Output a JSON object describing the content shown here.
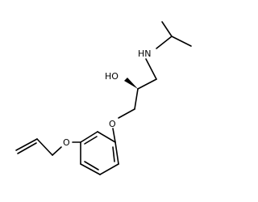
{
  "structure": {
    "atoms": {
      "amine_nitrogen": "HN",
      "hydroxyl": "HO",
      "ether_oxygen_upper": "O",
      "ether_oxygen_lower": "O"
    }
  },
  "colors": {
    "bond": "#000000",
    "label": "#000000",
    "background": "#ffffff"
  }
}
